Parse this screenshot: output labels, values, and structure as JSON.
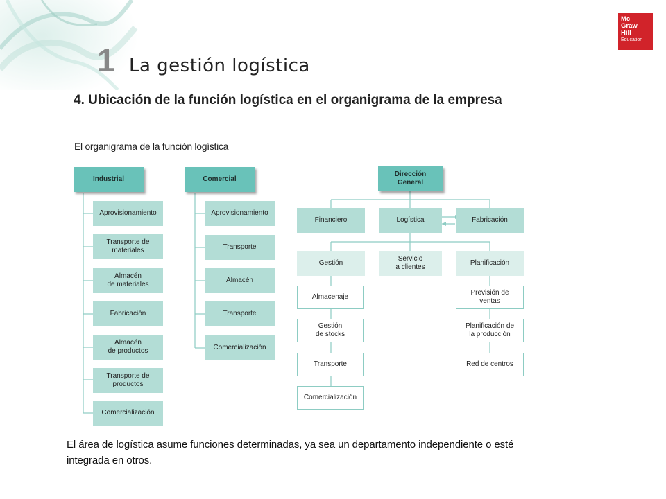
{
  "header": {
    "chapter_number": "1",
    "chapter_title": "La gestión logística",
    "publisher_logo": [
      "Mc",
      "Graw",
      "Hill",
      "Education"
    ],
    "accent_color": "#d1232a"
  },
  "section_title": "4. Ubicación de la función logística en el organigrama de la empresa",
  "figure_caption": "El organigrama de la función logística",
  "diagram": {
    "industrial": {
      "title": "Industrial",
      "items": [
        "Aprovisionamiento",
        "Transporte de\nmateriales",
        "Almacén\nde materiales",
        "Fabricación",
        "Almacén\nde productos",
        "Transporte de\nproductos",
        "Comercialización"
      ]
    },
    "comercial": {
      "title": "Comercial",
      "items": [
        "Aprovisionamiento",
        "Transporte",
        "Almacén",
        "Transporte",
        "Comercialización"
      ]
    },
    "direccion": {
      "title": "Dirección\nGeneral",
      "departments": [
        "Financiero",
        "Logística",
        "Fabricación"
      ],
      "areas": [
        "Gestión",
        "Servicio\na clientes",
        "Planificación"
      ],
      "gestion_items": [
        "Almacenaje",
        "Gestión\nde stocks",
        "Transporte",
        "Comercialización"
      ],
      "planificacion_items": [
        "Previsión de\nventas",
        "Planificación de\nla producción",
        "Red de centros"
      ]
    },
    "colors": {
      "head": "#69c2b9",
      "mid": "#b3ddd6",
      "light": "#dcefeb",
      "line": "#8dccc3"
    }
  },
  "body_text": "El área de logística asume funciones determinadas, ya sea un departamento independiente o esté integrada en otros."
}
